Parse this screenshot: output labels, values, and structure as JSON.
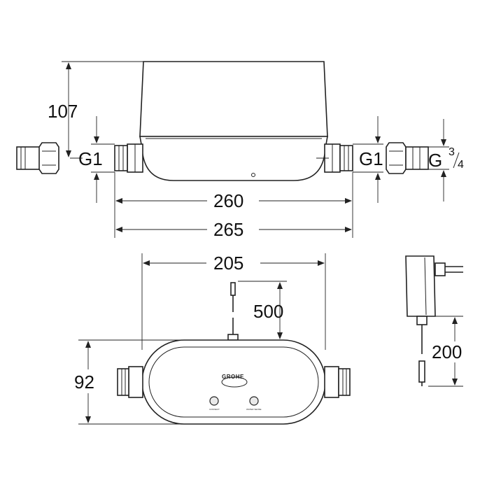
{
  "dimensions": {
    "height_top": "107",
    "thread_left_in": "G1",
    "thread_right_in": "G1",
    "thread_outlet_main": "G",
    "thread_outlet_num": "3",
    "thread_outlet_den": "4",
    "length_inner": "260",
    "length_outer": "265",
    "length_body": "205",
    "cable_sensor": "500",
    "height_front": "92",
    "cable_adapter": "200"
  },
  "device": {
    "brand": "GROHE",
    "left_button_caption": "CONNECT",
    "right_button_caption": "WATER SENSE"
  }
}
